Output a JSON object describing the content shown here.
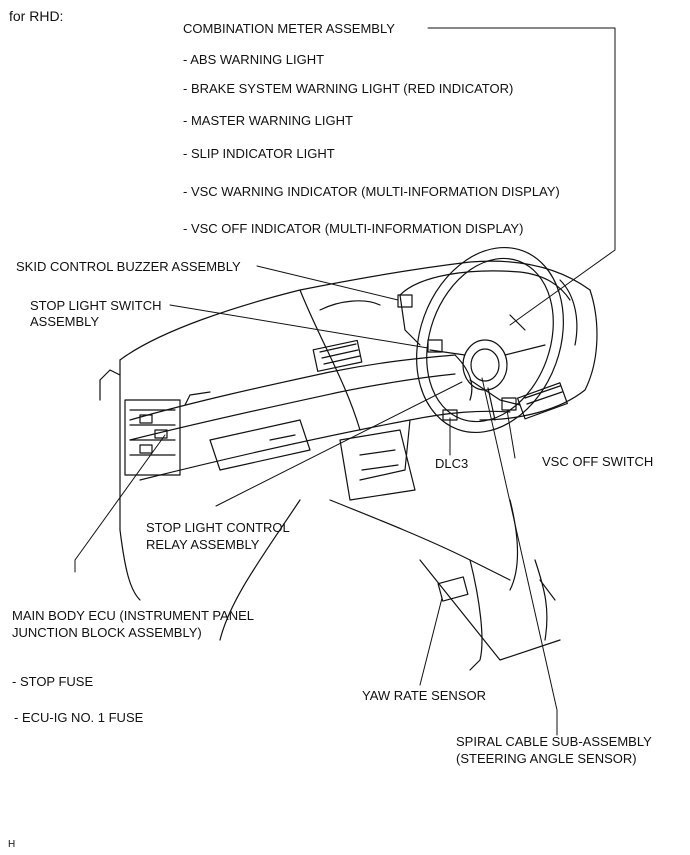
{
  "header": {
    "variant": "for RHD:"
  },
  "meter": {
    "title": "COMBINATION METER ASSEMBLY",
    "items": [
      "- ABS WARNING LIGHT",
      "- BRAKE SYSTEM WARNING LIGHT (RED INDICATOR)",
      "- MASTER WARNING LIGHT",
      "- SLIP INDICATOR LIGHT",
      "- VSC WARNING INDICATOR (MULTI-INFORMATION DISPLAY)",
      "- VSC OFF INDICATOR (MULTI-INFORMATION DISPLAY)"
    ]
  },
  "labels": {
    "buzzer": "SKID CONTROL BUZZER ASSEMBLY",
    "stop_switch_1": "STOP LIGHT SWITCH",
    "stop_switch_2": "ASSEMBLY",
    "dlc3": "DLC3",
    "vsc_off": "VSC OFF SWITCH",
    "relay_1": "STOP LIGHT CONTROL",
    "relay_2": "RELAY ASSEMBLY",
    "ecu_1": "MAIN BODY ECU (INSTRUMENT PANEL",
    "ecu_2": "JUNCTION BLOCK ASSEMBLY)",
    "stop_fuse": "- STOP FUSE",
    "ecu_ig_fuse": "- ECU-IG NO. 1 FUSE",
    "yaw": "YAW RATE SENSOR",
    "spiral_1": "SPIRAL CABLE SUB-ASSEMBLY",
    "spiral_2": "(STEERING ANGLE SENSOR)",
    "footer": "H"
  },
  "colors": {
    "line": "#111111",
    "background": "#ffffff"
  }
}
